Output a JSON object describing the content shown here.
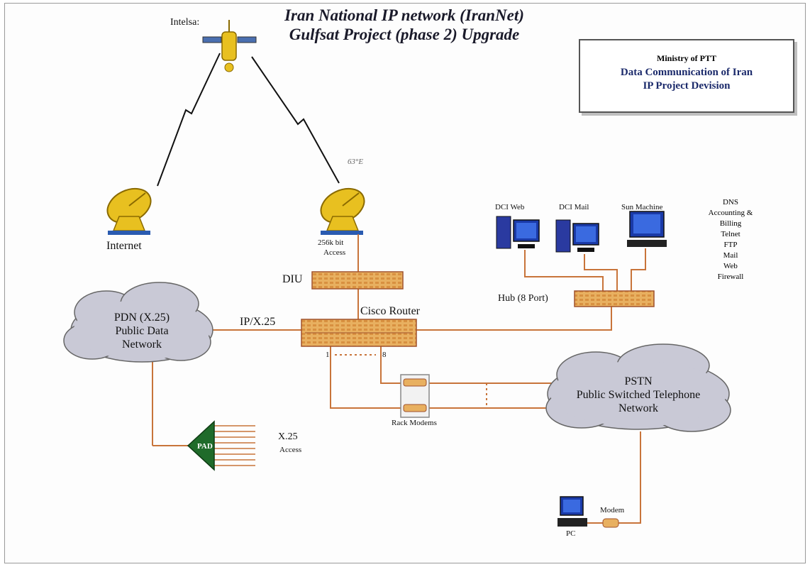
{
  "title": {
    "line1": "Iran  National IP network (IranNet)",
    "line2": "Gulfsat Project (phase 2) Upgrade"
  },
  "ministry": {
    "line1": "Ministry  of  PTT",
    "line2": "Data Communication of Iran",
    "line3": "IP Project Devision"
  },
  "labels": {
    "satellite": "Intelsa:",
    "satellite_note": "63°E",
    "internet": "Internet",
    "access_256k": "256k bit",
    "access_word": "Access",
    "diu": "DIU",
    "cisco_router": "Cisco Router",
    "ip_x25": "IP/X.25",
    "hub": "Hub (8 Port)",
    "dci_web": "DCI Web",
    "dci_mail": "DCI Mail",
    "sun_machine": "Sun Machine",
    "port_1": "1",
    "port_8": "8",
    "rack_modems": "Rack Modems",
    "pad": "PAD",
    "x25_access_1": "X.25",
    "x25_access_2": "Access",
    "modem": "Modem",
    "pc": "PC"
  },
  "pdn_cloud": {
    "line1": "PDN (X.25)",
    "line2": "Public Data",
    "line3": "Network"
  },
  "pstn_cloud": {
    "line1": "PSTN",
    "line2": "Public Switched Telephone",
    "line3": "Network"
  },
  "services": [
    "DNS",
    "Accounting &",
    "Billing",
    "Telnet",
    "FTP",
    "Mail",
    "Web",
    "Firewall"
  ],
  "colors": {
    "link": "#c8743a",
    "device_fill": "#e8b060",
    "device_stroke": "#a0522d",
    "cloud_fill": "#c9c9d6",
    "pad_fill": "#1f6b2a",
    "dish": "#e8c020",
    "monitor": "#1a3aa8"
  }
}
